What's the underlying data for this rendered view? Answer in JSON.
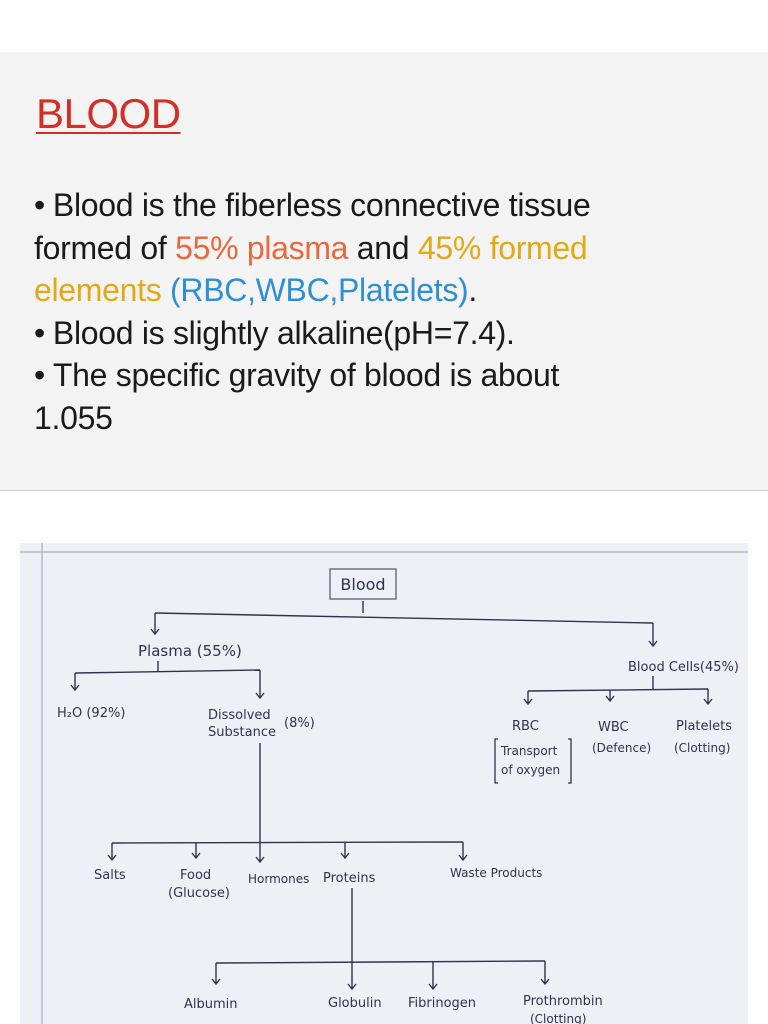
{
  "colors": {
    "title": "#d42f27",
    "plasma_highlight": "#e9683c",
    "formed_highlight": "#e3a815",
    "cells_highlight": "#2f8fd6",
    "ink": "#2e3350"
  },
  "slide": {
    "title": "BLOOD",
    "bullet_symbol": "•",
    "b1_text_a": "Blood is the fiberless connective tissue",
    "b1_text_b": "formed of ",
    "b1_plasma": "55% plasma",
    "b1_and": " and ",
    "b1_formed_a": "45% formed",
    "b1_formed_b": "elements",
    "b1_cells": " (RBC,WBC,Platelets)",
    "b1_end": ".",
    "b2_text": "Blood is slightly alkaline(pH=7.4).",
    "b3_text_a": "The specific gravity of blood is about",
    "b3_text_b": "1.055"
  },
  "diagram": {
    "root": "Blood",
    "plasma": "Plasma (55%)",
    "cells": "Blood Cells(45%)",
    "water": "H₂O (92%)",
    "dissolved_a": "Dissolved",
    "dissolved_b": "Substance",
    "dissolved_pct": "(8%)",
    "rbc": "RBC",
    "rbc_role_a": "Transport",
    "rbc_role_b": "of oxygen",
    "wbc": "WBC",
    "wbc_role": "(Defence)",
    "platelets": "Platelets",
    "platelets_role": "(Clotting)",
    "salts": "Salts",
    "food_a": "Food",
    "food_b": "(Glucose)",
    "hormones": "Hormones",
    "proteins": "Proteins",
    "waste": "Waste Products",
    "albumin": "Albumin",
    "globulin": "Globulin",
    "fibrinogen": "Fibrinogen",
    "prothrombin": "Prothrombin",
    "prothrombin_role": "(Clotting)"
  }
}
